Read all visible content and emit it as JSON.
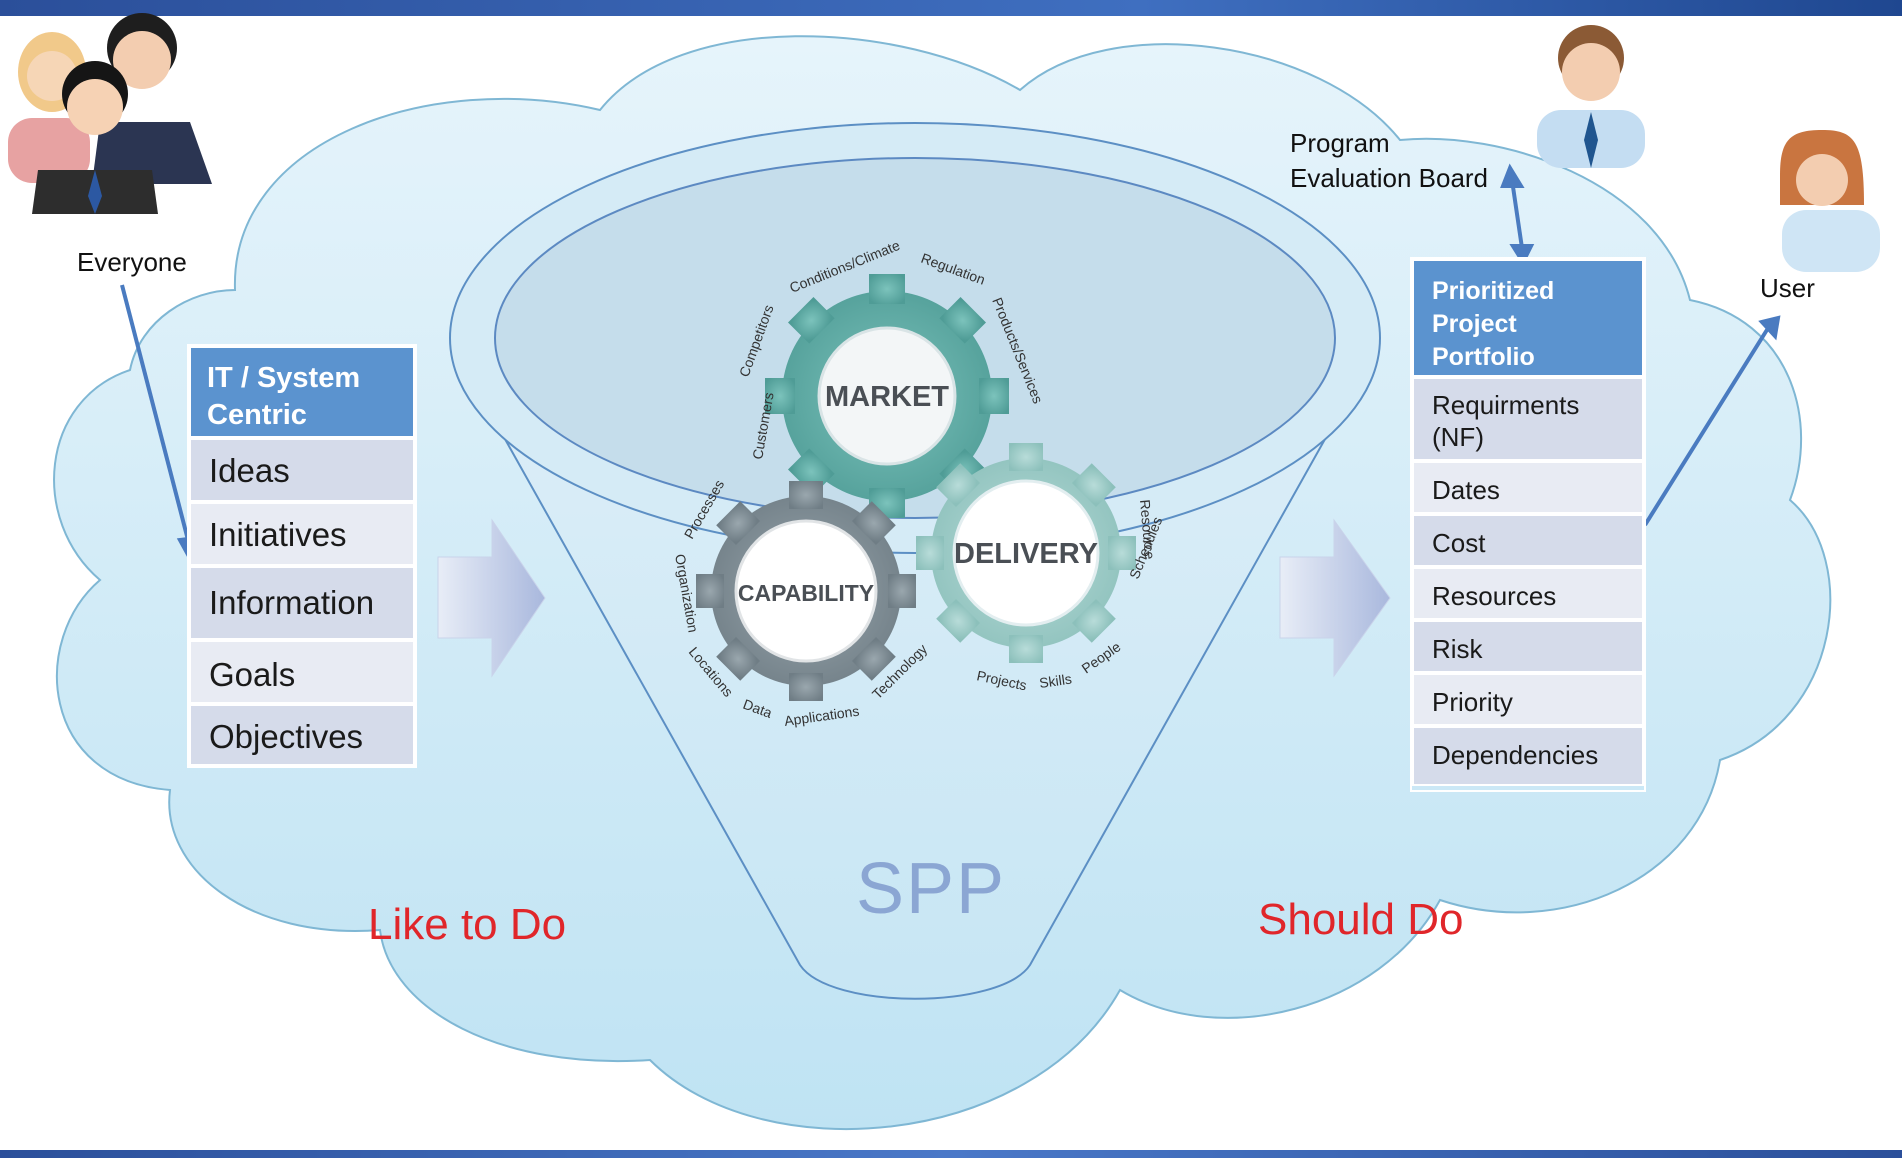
{
  "labels": {
    "everyone": "Everyone",
    "program_board_line1": "Program",
    "program_board_line2": "Evaluation Board",
    "user": "User",
    "like_to_do": "Like to Do",
    "should_do": "Should Do",
    "spp": "SPP"
  },
  "left_box": {
    "header_line1": "IT / System",
    "header_line2": "Centric",
    "items": [
      "Ideas",
      "Initiatives",
      "Information",
      "Goals",
      "Objectives"
    ]
  },
  "right_box": {
    "header_line1": "Prioritized",
    "header_line2": "Project Portfolio",
    "items_line1": "Requirments",
    "items_line2": "(NF)",
    "items": [
      "Dates",
      "Cost",
      "Resources",
      "Risk",
      "Priority",
      "Dependencies"
    ]
  },
  "gears": {
    "market": "MARKET",
    "capability": "CAPABILITY",
    "delivery": "DELIVERY",
    "market_ring": [
      "Customers",
      "Competitors",
      "Conditions/Climate",
      "Regulation",
      "Products/Services"
    ],
    "capability_ring": [
      "Processes",
      "Organization",
      "Locations",
      "Data",
      "Applications",
      "Technology"
    ],
    "delivery_ring": [
      "Resource",
      "Schedules",
      "People",
      "Skills",
      "Projects"
    ]
  },
  "icons": [
    "group-of-people-icon",
    "businessman-icon",
    "businesswoman-icon",
    "gear-icon",
    "arrow-right-icon"
  ],
  "colors": {
    "cloud_fill": "#cfe9f6",
    "header_blue": "#5b93cf",
    "row_fill": "#d5dbea",
    "gear_teal": "#6fb6b0",
    "red_text": "#e0262a",
    "spp_text": "#8ba6d3"
  }
}
